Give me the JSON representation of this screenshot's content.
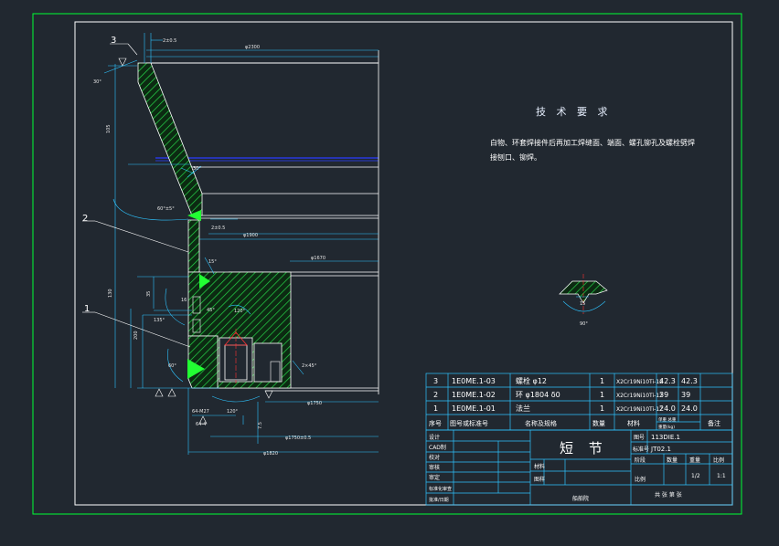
{
  "technical_requirements": {
    "title": "技 术 要 求",
    "line1": "白物、环套焊接件后再加工焊缝面、端面、螺孔铆孔及螺栓劈焊",
    "line2": "接刨口、铆焊。"
  },
  "callouts": [
    "3",
    "2",
    "1"
  ],
  "dimensions": {
    "top_gap": "2±0.5",
    "overall_width": "φ2300",
    "angle_30": "30°",
    "height_a": "105",
    "chamfer_a": "30°",
    "weld_a": "60°±5°",
    "gap_b": "2±0.5",
    "dia_inner": "φ1900",
    "dia_mid": "φ1670",
    "angle_b": "15°",
    "height_b": "35",
    "angle_c": "135°",
    "height_c": "130",
    "height_d": "16",
    "height_e": "200",
    "angle_d": "120°",
    "angle_e": "45°",
    "chamfer_b": "2×45°",
    "angle_f": "60°",
    "dia_bolt": "φ1750",
    "holes": "64-M27",
    "angle_g": "120°",
    "angle_g2": "64-4",
    "dia_pcd": "φ1750±0.5",
    "dia_outer": "φ1820",
    "small_dim": "7.5"
  },
  "detail": {
    "angle": "90°",
    "width": "15"
  },
  "parts_table": {
    "rows": [
      {
        "seq": "3",
        "code": "1E0ME.1-03",
        "name": "螺栓  φ12",
        "qty": "1",
        "material": "X2Cr19Ni10Ti-12",
        "unit": "42.3",
        "total": "42.3"
      },
      {
        "seq": "2",
        "code": "1E0ME.1-02",
        "name": "环  φ1804  δ0",
        "qty": "1",
        "material": "X2Cr19Ni10Ti-12",
        "unit": "39",
        "total": "39"
      },
      {
        "seq": "1",
        "code": "1E0ME.1-01",
        "name": "法兰",
        "qty": "1",
        "material": "X2Cr19Ni10Ti-12",
        "unit": "24.0",
        "total": "24.0"
      }
    ],
    "header": {
      "seq": "序号",
      "code": "图号或标准号",
      "name": "名称及规格",
      "qty": "数量",
      "material": "材料",
      "weight_group": "单重 总重",
      "weight_unit": "重量(kg)",
      "remark": "备注"
    }
  },
  "title_block": {
    "part_name": "短  节",
    "drawing_no_label": "图号",
    "drawing_no": "113DIE.1",
    "std_label": "标准号",
    "std_no": "JT02.1",
    "left_labels": [
      "设计",
      "CAD制",
      "校对",
      "审核",
      "审定",
      "标准化审查",
      "批准/日期"
    ],
    "mid_labels": [
      "材料",
      "图样"
    ],
    "scale_headers": [
      "比例",
      "数量",
      "重量",
      "比例"
    ],
    "scale_values": [
      "",
      "",
      "1/2",
      "1:1"
    ],
    "stage_label": "阶段",
    "sheet_label": "共  张  第  张",
    "company": "船舶院"
  }
}
